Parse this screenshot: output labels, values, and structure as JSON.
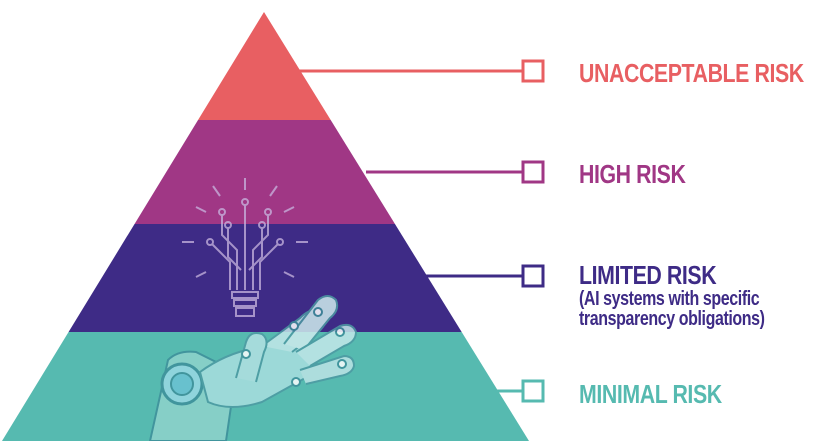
{
  "tiers": [
    {
      "label": "UNACCEPTABLE RISK",
      "color": "#e85f62"
    },
    {
      "label": "HIGH RISK",
      "color": "#a03785"
    },
    {
      "label": "LIMITED RISK",
      "sublines": [
        "(AI systems with specific",
        "transparency obligations)"
      ],
      "color": "#3e2b86"
    },
    {
      "label": "MINIMAL RISK",
      "color": "#56bab0"
    }
  ],
  "illustration": {
    "icon": "circuit-lightbulb-icon",
    "hand": "robot-hand-icon"
  }
}
